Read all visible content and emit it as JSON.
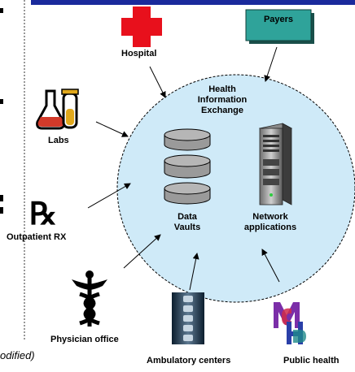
{
  "labels": {
    "hospital": "Hospital",
    "payers": "Payers",
    "hie": "Health\nInformation\nExchange",
    "labs": "Labs",
    "outpatient_rx": "Outpatient RX",
    "data_vaults": "Data\nVaults",
    "network_applications": "Network\napplications",
    "physician_office": "Physician office",
    "ambulatory_centers": "Ambulatory centers",
    "public_health": "Public health",
    "caption_fragment": "odified)"
  },
  "icons": {
    "hospital": "red-cross-icon",
    "payers": "payers-box-icon",
    "labs": "lab-flasks-icon",
    "outpatient_rx": "rx-symbol-icon",
    "physician_office": "caduceus-icon",
    "ambulatory_centers": "spine-xray-icon",
    "public_health": "public-health-logo-icon",
    "data_vaults": "database-disks-icon",
    "network_applications": "server-tower-icon"
  },
  "colors": {
    "top_bar": "#1a2a9c",
    "hie_fill": "#cfeaf8",
    "payers_fill": "#2fa39a",
    "cross_red": "#e8101c",
    "disk_gray": "#9a9a9a"
  }
}
